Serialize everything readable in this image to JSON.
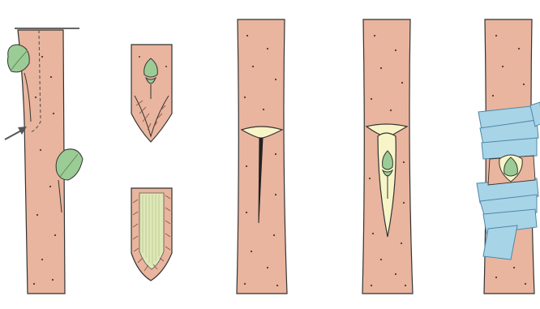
{
  "diagram": {
    "topic": "",
    "colors": {
      "bark": "#e9b59e",
      "bark_dark": "#d49a85",
      "outline": "#333333",
      "dots": "#4a3a35",
      "leaf": "#9ccc95",
      "leaf_dark": "#7bb07a",
      "cambium": "#f7f5c8",
      "wrap_tape": "#a8d4e8",
      "wrap_tape_dark": "#7fb7d6",
      "arrow": "#555555"
    },
    "panels": [
      {
        "id": "scion-branch",
        "icons": [
          "leaf-bud-icon",
          "leaf-bud-icon",
          "cut-line-icon",
          "arrow-icon"
        ]
      },
      {
        "id": "bud-shield-front",
        "icons": [
          "bud-icon"
        ]
      },
      {
        "id": "bud-shield-back",
        "icons": [
          "wood-strip-icon"
        ]
      },
      {
        "id": "t-cut-stock",
        "icons": [
          "t-incision-icon"
        ]
      },
      {
        "id": "bud-inserted",
        "icons": [
          "inserted-bud-icon"
        ]
      },
      {
        "id": "wrapped-graft",
        "icons": [
          "tape-wrap-icon",
          "bud-icon"
        ]
      }
    ]
  }
}
